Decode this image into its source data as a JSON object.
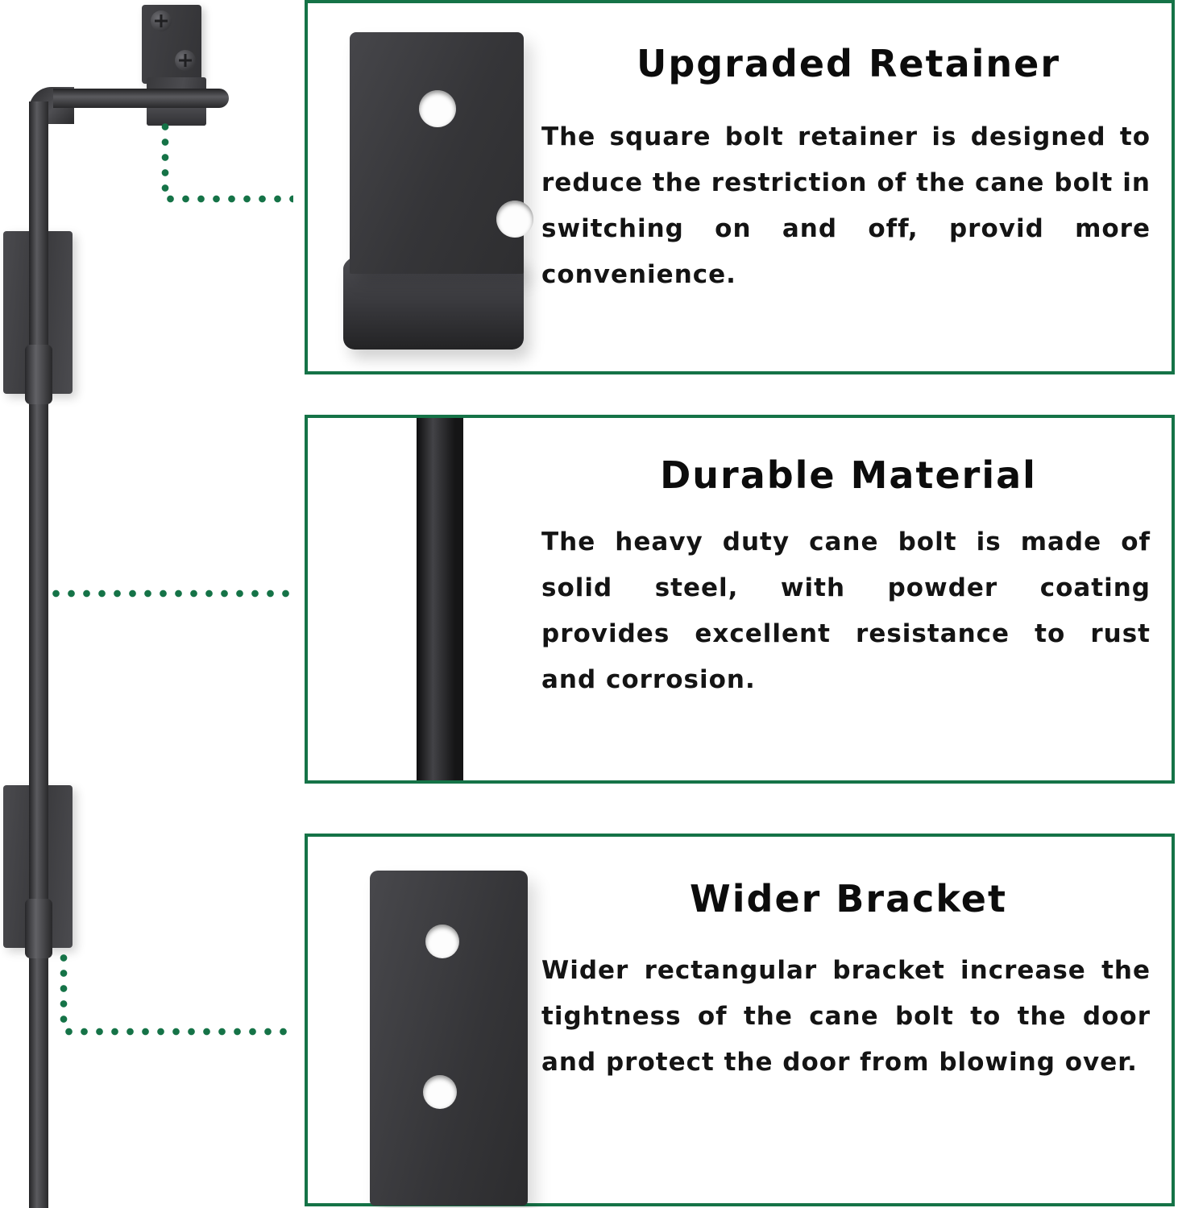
{
  "colors": {
    "accent_green": "#157347",
    "hardware_dark": "#3a3a3d",
    "text": "#141414",
    "background": "#ffffff"
  },
  "sections": [
    {
      "heading": "Upgraded Retainer",
      "body": "The square bolt retainer is designed to reduce the restriction of the cane bolt in switching on and off, provid more convenience."
    },
    {
      "heading": "Durable Material",
      "body": "The heavy duty cane bolt is made of solid steel, with powder coating provides excellent resistance to rust and corrosion."
    },
    {
      "heading": "Wider Bracket",
      "body": "Wider rectangular bracket increase the tightness of the cane bolt to the door and protect the door from blowing over."
    }
  ]
}
